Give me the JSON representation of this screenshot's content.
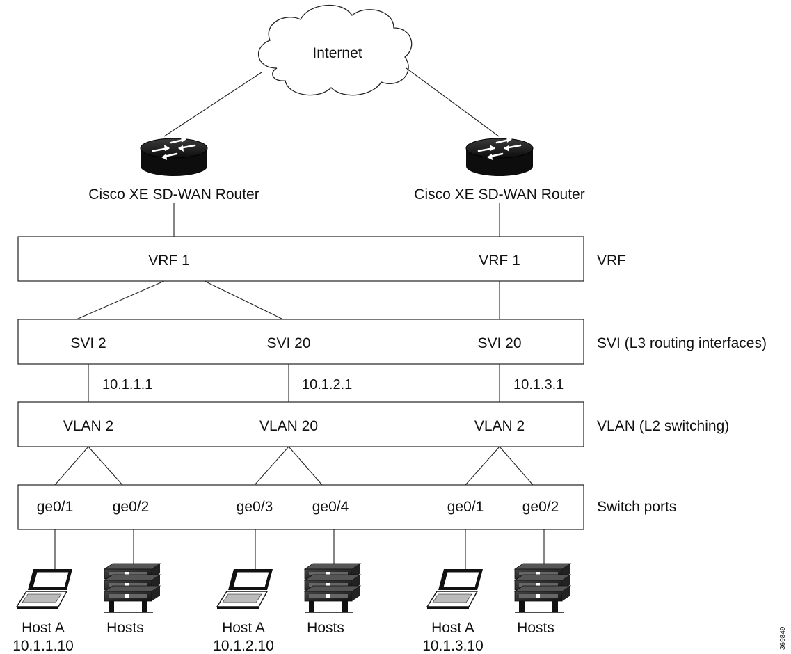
{
  "internet": {
    "label": "Internet"
  },
  "routers": [
    {
      "label": "Cisco XE SD-WAN Router"
    },
    {
      "label": "Cisco XE SD-WAN Router"
    }
  ],
  "layers": {
    "vrf": {
      "label": "VRF",
      "items": [
        "VRF 1",
        "VRF 1"
      ]
    },
    "svi": {
      "label": "SVI (L3 routing interfaces)",
      "items": [
        "SVI 2",
        "SVI 20",
        "SVI 20"
      ]
    },
    "addresses": [
      "10.1.1.1",
      "10.1.2.1",
      "10.1.3.1"
    ],
    "vlan": {
      "label": "VLAN (L2 switching)",
      "items": [
        "VLAN 2",
        "VLAN 20",
        "VLAN 2"
      ]
    },
    "ports": {
      "label": "Switch ports",
      "items": [
        "ge0/1",
        "ge0/2",
        "ge0/3",
        "ge0/4",
        "ge0/1",
        "ge0/2"
      ]
    }
  },
  "hosts": [
    {
      "name": "Host A",
      "ip": "10.1.1.10",
      "icon": "laptop-icon"
    },
    {
      "name": "Hosts",
      "icon": "server-stack-icon"
    },
    {
      "name": "Host A",
      "ip": "10.1.2.10",
      "icon": "laptop-icon"
    },
    {
      "name": "Hosts",
      "icon": "server-stack-icon"
    },
    {
      "name": "Host A",
      "ip": "10.1.3.10",
      "icon": "laptop-icon"
    },
    {
      "name": "Hosts",
      "icon": "server-stack-icon"
    }
  ],
  "figure_id": "369849"
}
